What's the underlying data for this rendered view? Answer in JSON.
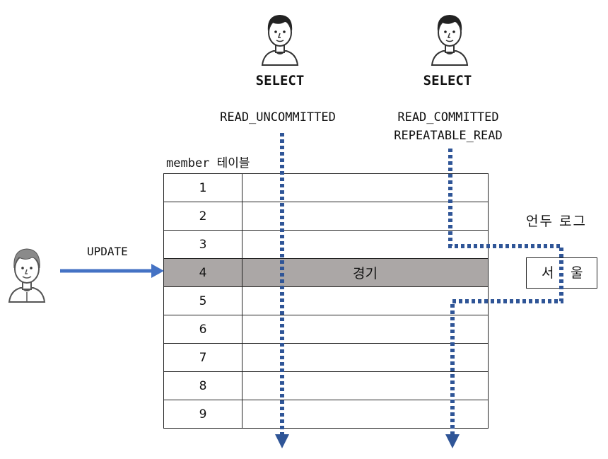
{
  "readers": [
    {
      "action": "SELECT",
      "isolation": [
        "READ_UNCOMMITTED"
      ]
    },
    {
      "action": "SELECT",
      "isolation": [
        "READ_COMMITTED",
        "REPEATABLE_READ"
      ]
    }
  ],
  "writer": {
    "action": "UPDATE"
  },
  "table": {
    "title": "member 테이블",
    "rows": [
      {
        "id": "1",
        "value": ""
      },
      {
        "id": "2",
        "value": ""
      },
      {
        "id": "3",
        "value": ""
      },
      {
        "id": "4",
        "value": "경기",
        "highlighted": true
      },
      {
        "id": "5",
        "value": ""
      },
      {
        "id": "6",
        "value": ""
      },
      {
        "id": "7",
        "value": ""
      },
      {
        "id": "8",
        "value": ""
      },
      {
        "id": "9",
        "value": ""
      }
    ]
  },
  "undo_log": {
    "title": "언두 로그",
    "value_left": "서",
    "value_right": "울"
  },
  "colors": {
    "arrow_blue": "#4472c4",
    "dotted_blue": "#2f5597",
    "highlight_gray": "#aba7a6"
  }
}
